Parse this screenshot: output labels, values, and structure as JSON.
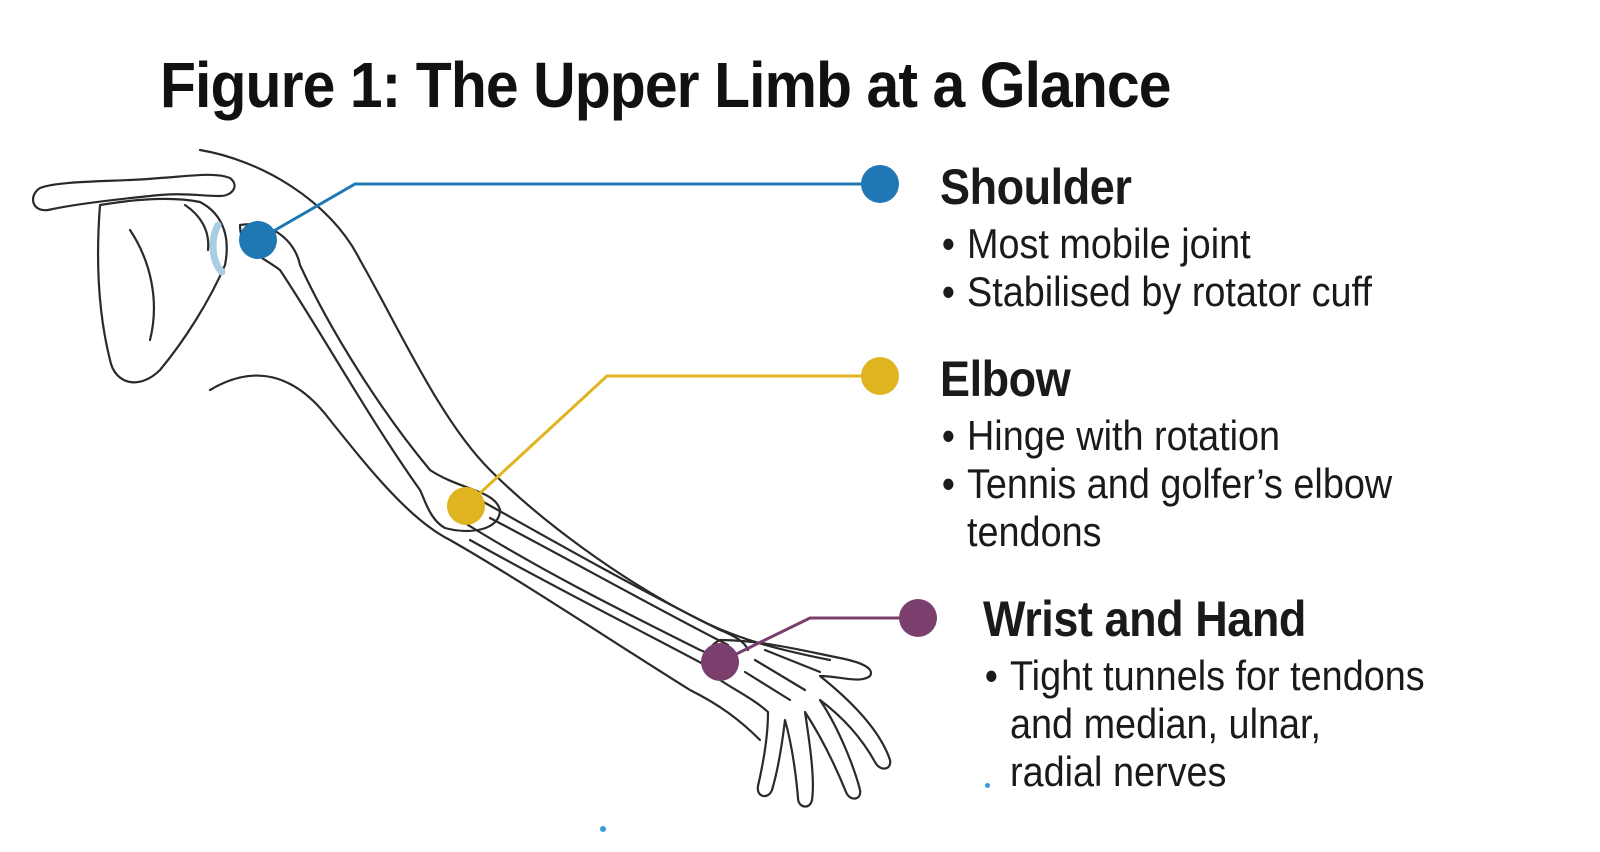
{
  "title": "Figure 1: The Upper Limb at a Glance",
  "colors": {
    "shoulder": "#1f78b4",
    "elbow": "#e0b420",
    "wrist": "#7b3f6e",
    "outline": "#2a2a2a",
    "cartilage": "#a9cde3"
  },
  "icons": {
    "bullet": "•"
  },
  "labels": {
    "shoulder": {
      "heading": "Shoulder",
      "points": [
        "Most mobile joint",
        "Stabilised by rotator cuff"
      ]
    },
    "elbow": {
      "heading": "Elbow",
      "points": [
        "Hinge with rotation",
        "Tennis and golfer’s elbow",
        "tendons"
      ]
    },
    "wrist": {
      "heading": "Wrist and Hand",
      "points": [
        "Tight tunnels for tendons",
        "and median, ulnar,",
        "radial nerves"
      ]
    }
  }
}
